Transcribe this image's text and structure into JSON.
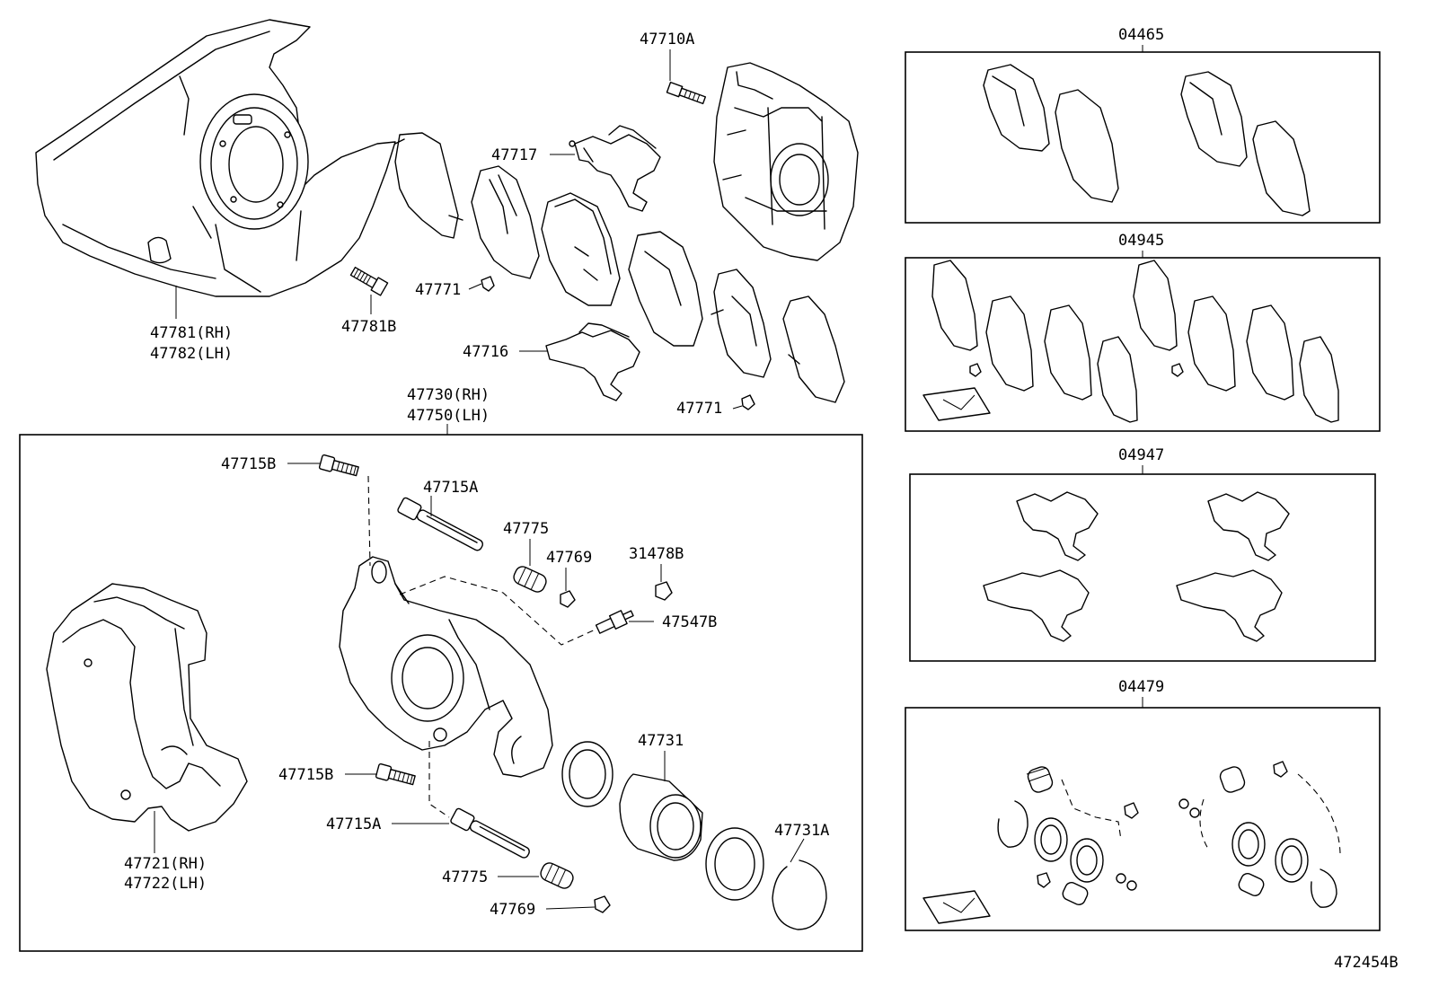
{
  "labels": {
    "p47710A": "47710A",
    "p47717": "47717",
    "p47771_top": "47771",
    "p47781B": "47781B",
    "p47781": "47781(RH)",
    "p47782": "47782(LH)",
    "p47716": "47716",
    "p47771_low": "47771",
    "p47730": "47730(RH)",
    "p47750": "47750(LH)",
    "p47715B_top": "47715B",
    "p47715A_top": "47715A",
    "p47775_top": "47775",
    "p47769_top": "47769",
    "p31478B": "31478B",
    "p47547B": "47547B",
    "p47731": "47731",
    "p47715B_low": "47715B",
    "p47715A_low": "47715A",
    "p47731A": "47731A",
    "p47721": "47721(RH)",
    "p47722": "47722(LH)",
    "p47775_low": "47775",
    "p47769_low": "47769",
    "kit_04465": "04465",
    "kit_04945": "04945",
    "kit_04947": "04947",
    "kit_04479": "04479",
    "illustration_id": "472454B"
  }
}
